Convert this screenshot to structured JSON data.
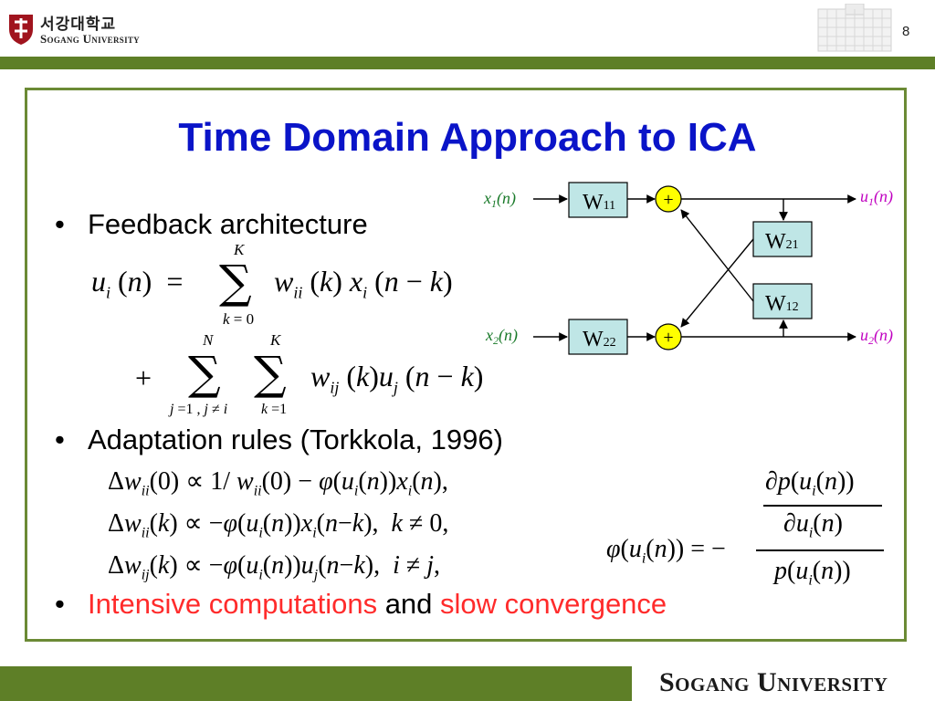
{
  "header": {
    "logo_korean": "서강대학교",
    "logo_english": "Sogang University",
    "page_number": "8"
  },
  "slide": {
    "title": "Time Domain Approach to ICA",
    "bullets": {
      "b1": "Feedback architecture",
      "b2": "Adaptation rules (Torkkola, 1996)",
      "b3_red1": "Intensive computations",
      "b3_mid": " and ",
      "b3_red2": "slow convergence"
    }
  },
  "diagram": {
    "in1_base": "x",
    "in1_sub": "1",
    "in1_arg": "(n)",
    "in2_base": "x",
    "in2_sub": "2",
    "in2_arg": "(n)",
    "out1_base": "u",
    "out1_sub": "1",
    "out1_arg": "(n)",
    "out2_base": "u",
    "out2_sub": "2",
    "out2_arg": "(n)",
    "w11": "W",
    "w11_sub": "11",
    "w21": "W",
    "w21_sub": "21",
    "w12": "W",
    "w12_sub": "12",
    "w22": "W",
    "w22_sub": "22",
    "sum": "+",
    "colors": {
      "input": "#1a7a2a",
      "output": "#c000c0",
      "block": "#bfe6e6",
      "adder": "#ffff00"
    }
  },
  "footer": {
    "university": "Sogang University"
  }
}
